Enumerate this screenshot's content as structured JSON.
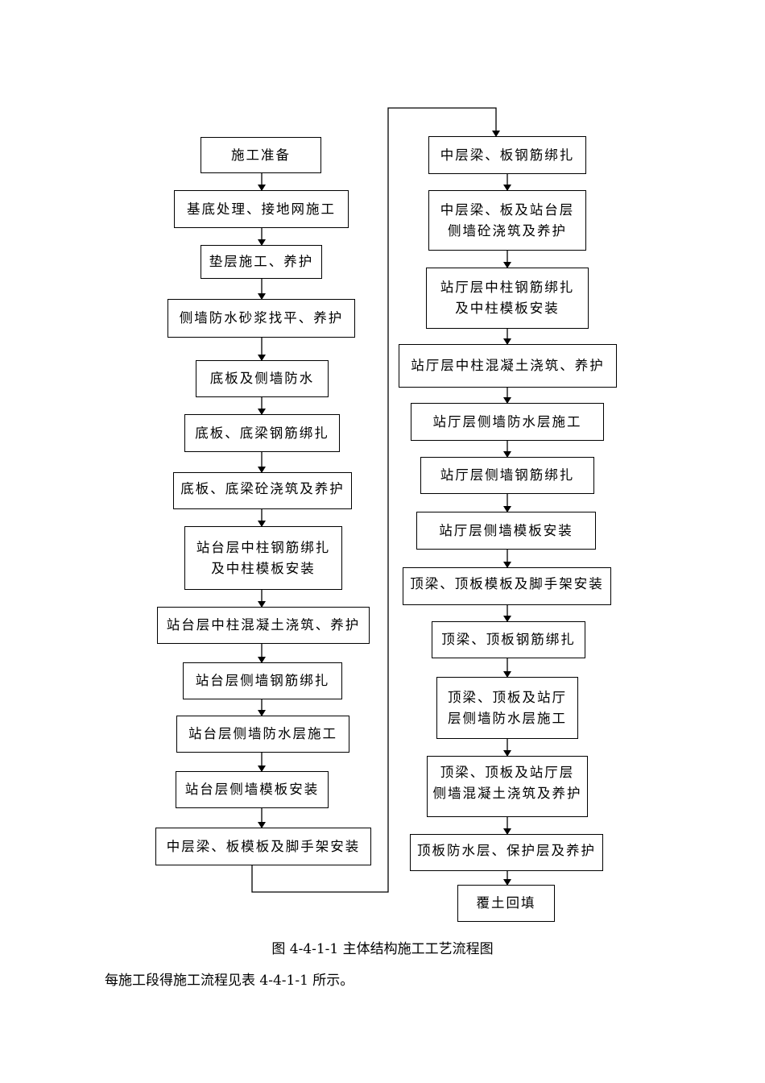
{
  "left_steps": [
    "施工准备",
    "基底处理、接地网施工",
    "垫层施工、养护",
    "侧墙防水砂浆找平、养护",
    "底板及侧墙防水",
    "底板、底梁钢筋绑扎",
    "底板、底梁砼浇筑及养护",
    "站台层中柱钢筋绑扎\n及中柱模板安装",
    "站台层中柱混凝土浇筑、养护",
    "站台层侧墙钢筋绑扎",
    "站台层侧墙防水层施工",
    "站台层侧墙模板安装",
    "中层梁、板模板及脚手架安装"
  ],
  "right_steps": [
    "中层梁、板钢筋绑扎",
    "中层梁、板及站台层\n侧墙砼浇筑及养护",
    "站厅层中柱钢筋绑扎\n及中柱模板安装",
    "站厅层中柱混凝土浇筑、养护",
    "站厅层侧墙防水层施工",
    "站厅层侧墙钢筋绑扎",
    "站厅层侧墙模板安装",
    "顶梁、顶板模板及脚手架安装",
    "顶梁、顶板钢筋绑扎",
    "顶梁、顶板及站厅\n层侧墙防水层施工",
    "顶梁、顶板及站厅层\n侧墙混凝土浇筑及养护",
    "顶板防水层、保护层及养护",
    "覆土回填"
  ],
  "caption": "图 4-4-1-1 主体结构施工工艺流程图",
  "note": "每施工段得施工流程见表 4-4-1-1 所示。"
}
